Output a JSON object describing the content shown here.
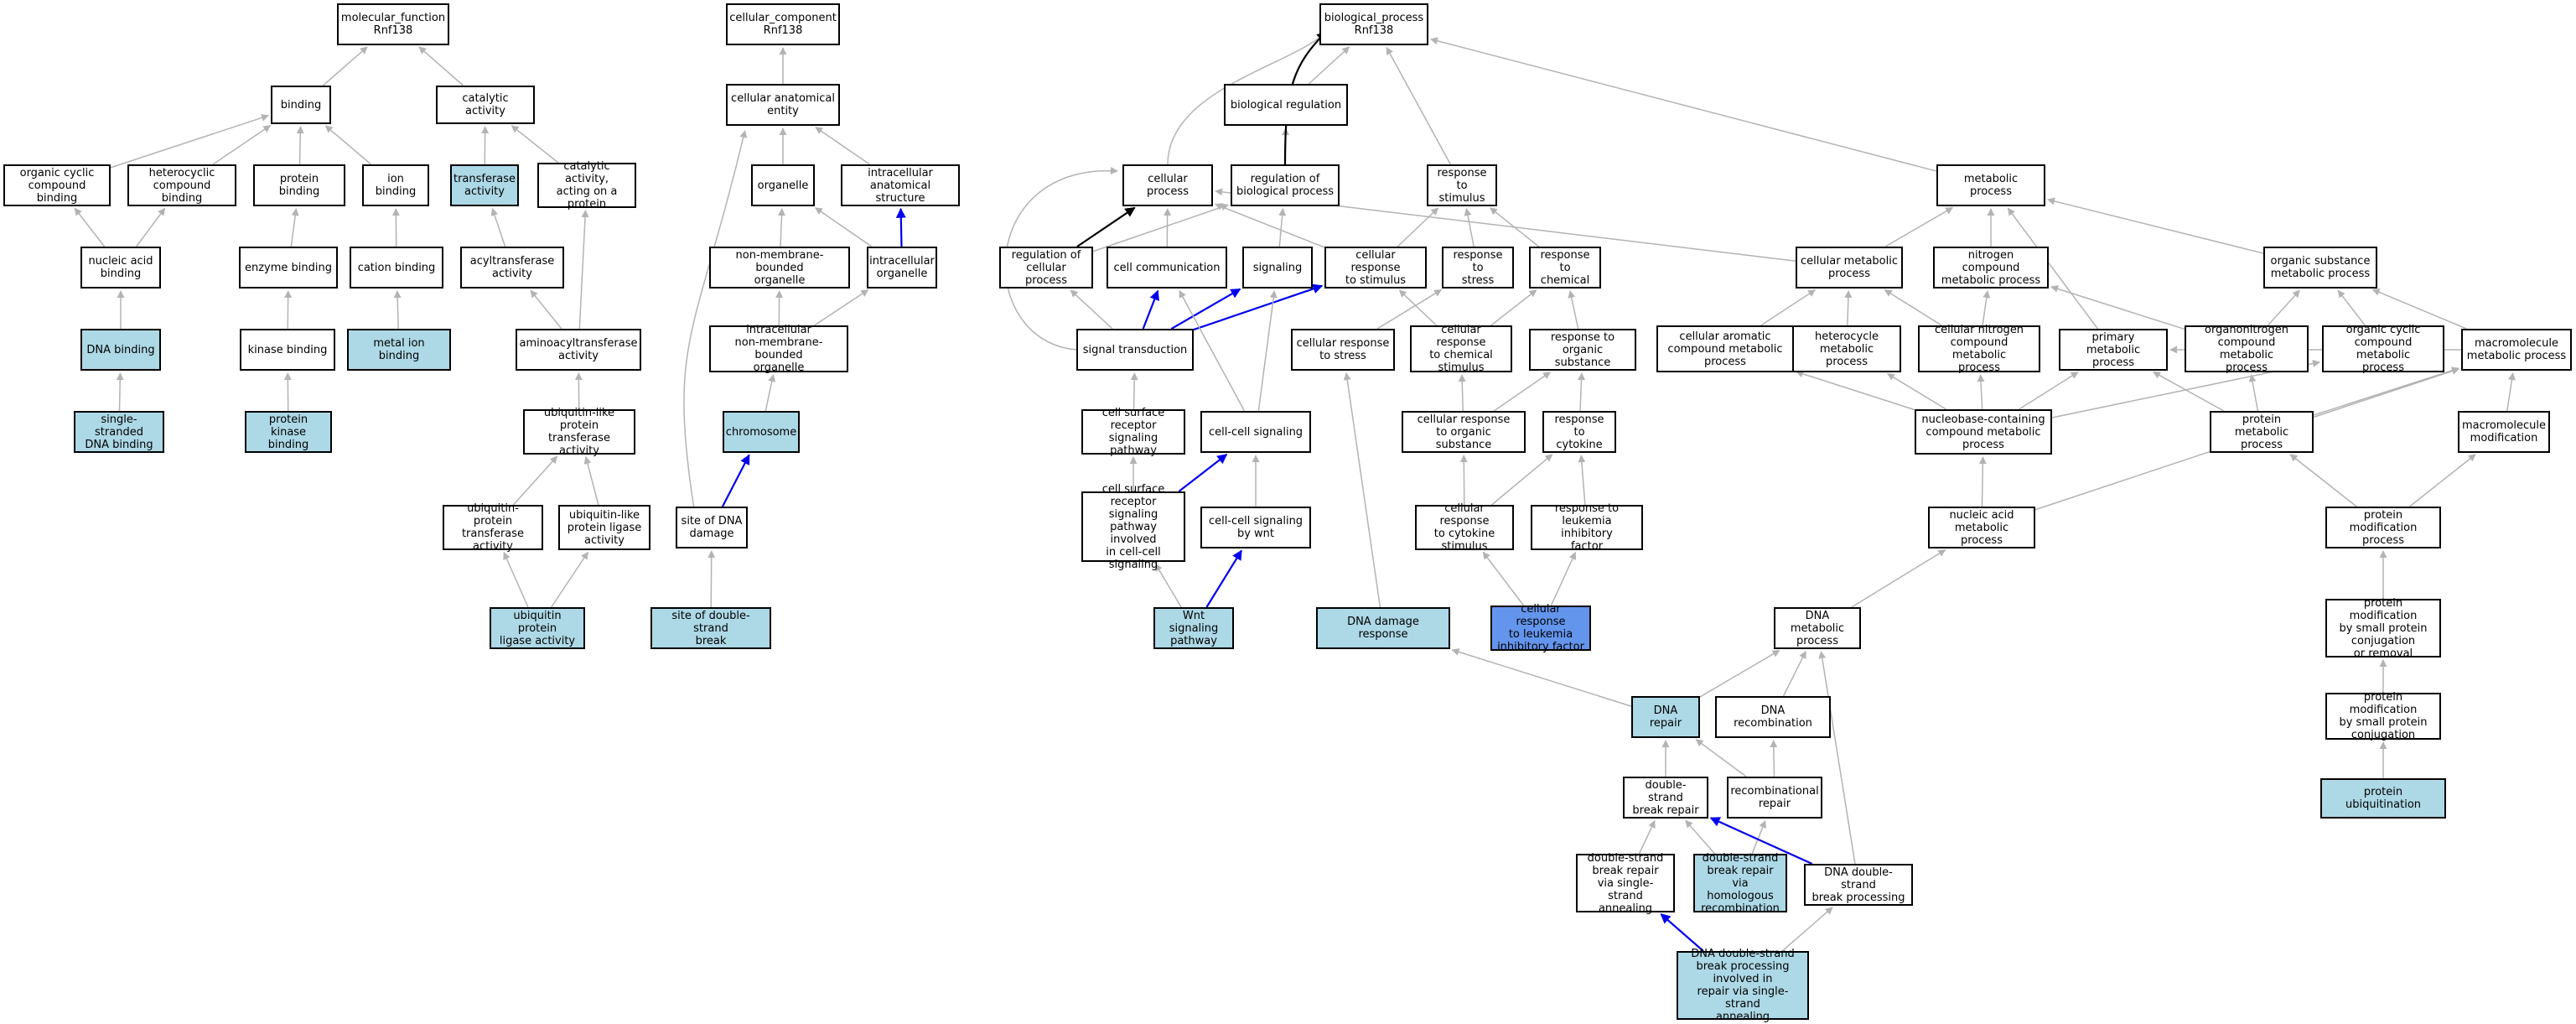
{
  "fills": {
    "plain": "#ffffff",
    "light": "#add8e6",
    "dark": "#6495ed",
    "edge_gray": "#b3b3b3",
    "edge_blue": "#0000ee",
    "edge_black": "#000000"
  },
  "nodes": {
    "mf_root": {
      "label": "molecular_function\nRnf138",
      "fill": "plain"
    },
    "binding": {
      "label": "binding",
      "fill": "plain"
    },
    "catalytic": {
      "label": "catalytic activity",
      "fill": "plain"
    },
    "org_cyc_binding": {
      "label": "organic cyclic\ncompound binding",
      "fill": "plain"
    },
    "het_binding": {
      "label": "heterocyclic\ncompound binding",
      "fill": "plain"
    },
    "protein_binding": {
      "label": "protein binding",
      "fill": "plain"
    },
    "ion_binding": {
      "label": "ion binding",
      "fill": "plain"
    },
    "transferase": {
      "label": "transferase\nactivity",
      "fill": "light"
    },
    "cat_protein": {
      "label": "catalytic activity,\nacting on a\nprotein",
      "fill": "plain"
    },
    "nucleic_binding": {
      "label": "nucleic acid\nbinding",
      "fill": "plain"
    },
    "enzyme_binding": {
      "label": "enzyme binding",
      "fill": "plain"
    },
    "cation_binding": {
      "label": "cation binding",
      "fill": "plain"
    },
    "acyltransferase": {
      "label": "acyltransferase\nactivity",
      "fill": "plain"
    },
    "dna_binding": {
      "label": "DNA binding",
      "fill": "light"
    },
    "kinase_binding": {
      "label": "kinase binding",
      "fill": "plain"
    },
    "metal_ion": {
      "label": "metal ion binding",
      "fill": "light"
    },
    "aminoacyl": {
      "label": "aminoacyltransferase\nactivity",
      "fill": "plain"
    },
    "ssdna_binding": {
      "label": "single-stranded\nDNA binding",
      "fill": "light"
    },
    "pk_binding": {
      "label": "protein kinase\nbinding",
      "fill": "light"
    },
    "ubl_transferase": {
      "label": "ubiquitin-like\nprotein transferase\nactivity",
      "fill": "plain"
    },
    "ub_transferase": {
      "label": "ubiquitin-protein\ntransferase\nactivity",
      "fill": "plain"
    },
    "ubl_ligase": {
      "label": "ubiquitin-like\nprotein ligase\nactivity",
      "fill": "plain"
    },
    "ub_ligase": {
      "label": "ubiquitin protein\nligase activity",
      "fill": "light"
    },
    "cc_root": {
      "label": "cellular_component\nRnf138",
      "fill": "plain"
    },
    "cae": {
      "label": "cellular anatomical\nentity",
      "fill": "plain"
    },
    "organelle": {
      "label": "organelle",
      "fill": "plain"
    },
    "ias": {
      "label": "intracellular\nanatomical structure",
      "fill": "plain"
    },
    "nmbo": {
      "label": "non-membrane-bounded\norganelle",
      "fill": "plain"
    },
    "intra_org": {
      "label": "intracellular\norganelle",
      "fill": "plain"
    },
    "inmbo": {
      "label": "intracellular\nnon-membrane-bounded\norganelle",
      "fill": "plain"
    },
    "chromosome": {
      "label": "chromosome",
      "fill": "light"
    },
    "site_dna": {
      "label": "site of DNA\ndamage",
      "fill": "plain"
    },
    "site_dsb": {
      "label": "site of double-strand\nbreak",
      "fill": "light"
    },
    "bp_root": {
      "label": "biological_process\nRnf138",
      "fill": "plain"
    },
    "bio_reg": {
      "label": "biological regulation",
      "fill": "plain"
    },
    "cell_proc": {
      "label": "cellular process",
      "fill": "plain"
    },
    "reg_bio": {
      "label": "regulation of\nbiological process",
      "fill": "plain"
    },
    "resp_stim": {
      "label": "response to\nstimulus",
      "fill": "plain"
    },
    "metab_proc": {
      "label": "metabolic process",
      "fill": "plain"
    },
    "reg_cell": {
      "label": "regulation of\ncellular process",
      "fill": "plain"
    },
    "cell_comm": {
      "label": "cell communication",
      "fill": "plain"
    },
    "signaling": {
      "label": "signaling",
      "fill": "plain"
    },
    "cell_resp_stim": {
      "label": "cellular response\nto stimulus",
      "fill": "plain"
    },
    "resp_stress": {
      "label": "response to\nstress",
      "fill": "plain"
    },
    "resp_chem": {
      "label": "response to\nchemical",
      "fill": "plain"
    },
    "cell_metab": {
      "label": "cellular metabolic\nprocess",
      "fill": "plain"
    },
    "nitro_metab": {
      "label": "nitrogen compound\nmetabolic process",
      "fill": "plain"
    },
    "org_sub_metab": {
      "label": "organic substance\nmetabolic process",
      "fill": "plain"
    },
    "signal_trans": {
      "label": "signal transduction",
      "fill": "plain"
    },
    "cell_resp_stress": {
      "label": "cellular response\nto stress",
      "fill": "plain"
    },
    "cell_resp_chem": {
      "label": "cellular response\nto chemical\nstimulus",
      "fill": "plain"
    },
    "resp_org_sub": {
      "label": "response to\norganic substance",
      "fill": "plain"
    },
    "cell_arom": {
      "label": "cellular aromatic\ncompound metabolic\nprocess",
      "fill": "plain"
    },
    "het_metab": {
      "label": "heterocycle\nmetabolic process",
      "fill": "plain"
    },
    "cell_nitro": {
      "label": "cellular nitrogen\ncompound metabolic\nprocess",
      "fill": "plain"
    },
    "primary_metab": {
      "label": "primary metabolic\nprocess",
      "fill": "plain"
    },
    "organonitro": {
      "label": "organonitrogen\ncompound metabolic\nprocess",
      "fill": "plain"
    },
    "org_cyc_metab": {
      "label": "organic cyclic\ncompound metabolic\nprocess",
      "fill": "plain"
    },
    "macro_metab": {
      "label": "macromolecule\nmetabolic process",
      "fill": "plain"
    },
    "csrsp": {
      "label": "cell surface\nreceptor signaling\npathway",
      "fill": "plain"
    },
    "cell_cell_sig": {
      "label": "cell-cell signaling",
      "fill": "plain"
    },
    "cell_resp_org": {
      "label": "cellular response\nto organic substance",
      "fill": "plain"
    },
    "resp_cytokine": {
      "label": "response to\ncytokine",
      "fill": "plain"
    },
    "nucleobase": {
      "label": "nucleobase-containing\ncompound metabolic\nprocess",
      "fill": "plain"
    },
    "protein_metab": {
      "label": "protein metabolic\nprocess",
      "fill": "plain"
    },
    "macro_mod": {
      "label": "macromolecule\nmodification",
      "fill": "plain"
    },
    "csrsp_cc": {
      "label": "cell surface\nreceptor signaling\npathway involved\nin cell-cell\nsignaling",
      "fill": "plain"
    },
    "ccs_wnt": {
      "label": "cell-cell signaling\nby wnt",
      "fill": "plain"
    },
    "cell_resp_cyto": {
      "label": "cellular response\nto cytokine\nstimulus",
      "fill": "plain"
    },
    "resp_lif": {
      "label": "response to\nleukemia inhibitory\nfactor",
      "fill": "plain"
    },
    "nucleic_metab": {
      "label": "nucleic acid\nmetabolic process",
      "fill": "plain"
    },
    "prot_mod": {
      "label": "protein modification\nprocess",
      "fill": "plain"
    },
    "wnt": {
      "label": "Wnt signaling\npathway",
      "fill": "light"
    },
    "dna_damage": {
      "label": "DNA damage response",
      "fill": "light"
    },
    "cell_resp_lif": {
      "label": "cellular response\nto leukemia\ninhibitory factor",
      "fill": "dark"
    },
    "dna_metab": {
      "label": "DNA metabolic\nprocess",
      "fill": "plain"
    },
    "prot_mod_small": {
      "label": "protein modification\nby small protein\nconjugation\nor removal",
      "fill": "plain"
    },
    "dna_repair": {
      "label": "DNA repair",
      "fill": "light"
    },
    "dna_recomb": {
      "label": "DNA recombination",
      "fill": "plain"
    },
    "prot_mod_conj": {
      "label": "protein modification\nby small protein\nconjugation",
      "fill": "plain"
    },
    "dsb_repair": {
      "label": "double-strand\nbreak repair",
      "fill": "plain"
    },
    "recomb_repair": {
      "label": "recombinational\nrepair",
      "fill": "plain"
    },
    "prot_ubiq": {
      "label": "protein ubiquitination",
      "fill": "light"
    },
    "dsb_ssa": {
      "label": "double-strand\nbreak repair\nvia single-strand\nannealing",
      "fill": "plain"
    },
    "dsb_hr": {
      "label": "double-strand\nbreak repair\nvia homologous\nrecombination",
      "fill": "light"
    },
    "dna_dsb_proc": {
      "label": "DNA double-strand\nbreak processing",
      "fill": "plain"
    },
    "dna_dsb_ssa": {
      "label": "DNA double-strand\nbreak processing\ninvolved in\nrepair via single-strand\nannealing",
      "fill": "light"
    }
  }
}
